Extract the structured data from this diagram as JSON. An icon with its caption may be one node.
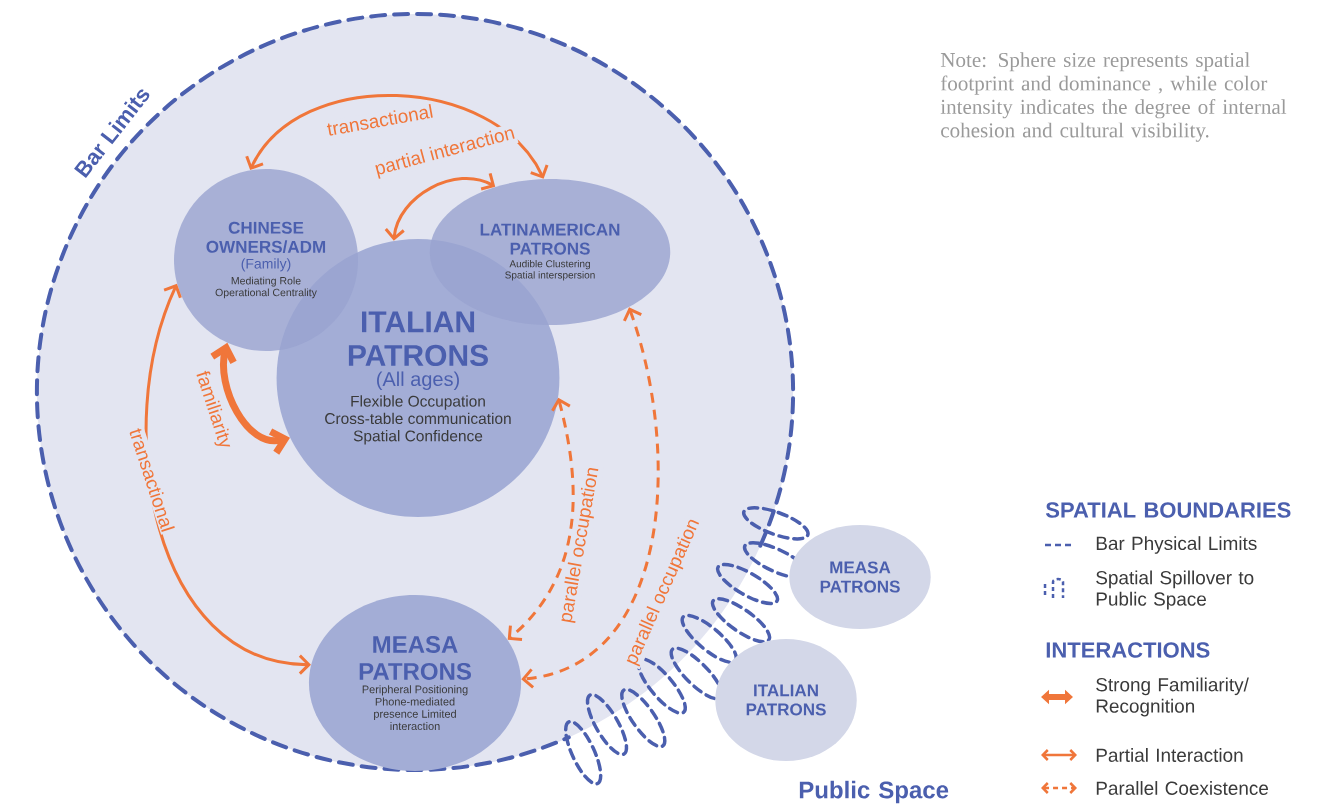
{
  "diagram": {
    "nodes": [
      {
        "text": [
          "Bar Limits"
        ]
      },
      {
        "text": [
          "CHINESE OWNERS/ADM",
          "(Family)",
          "Mediating Role Operational Centrality"
        ],
        "in": 0
      },
      {
        "text": [
          "ITALIAN PATRONS",
          "(All ages)",
          "Flexible Occupation Cross-table communication Spatial Confidence"
        ],
        "in": 0
      },
      {
        "text": [
          "LATINAMERICAN PATRONS",
          "Audible Clustering Spatial interspersion"
        ],
        "in": 0
      },
      {
        "text": [
          "MEASA PATRONS",
          "Peripheral Positioning Phone-mediated presence Limited interaction"
        ],
        "in": 0
      },
      {
        "text": [
          "MEASA PATRONS"
        ]
      },
      {
        "text": [
          "ITALIAN PATRONS"
        ]
      }
    ],
    "edges": [
      {
        "from": 1,
        "to": 3,
        "arrow": "both",
        "label": "transactional"
      },
      {
        "from": 2,
        "to": 3,
        "arrow": "both",
        "label": "partial interaction"
      },
      {
        "from": 1,
        "to": 2,
        "arrow": "both",
        "label": "familiarity",
        "style": "thick"
      },
      {
        "from": 1,
        "to": 4,
        "arrow": "both",
        "label": "transactional"
      },
      {
        "from": 2,
        "to": 4,
        "arrow": "both",
        "label": "parallel occupation",
        "style": "dashed"
      },
      {
        "from": 3,
        "to": 4,
        "arrow": "both",
        "label": "parallel occupation",
        "style": "dashed"
      }
    ],
    "labels": [
      "Note: Sphere size represents spatial footprint and dominance , while color intensity indicates the degree of internal cohesion and cultural visibility.",
      "SPATIAL BOUNDARIES",
      "INTERACTIONS",
      "Public Space"
    ],
    "legend": [
      {
        "text": "Bar Physical Limits"
      },
      {
        "text": "Spatial Spillover to Public Space"
      },
      {
        "text": "Strong Familiarity/ Recognition"
      },
      {
        "text": "Partial Interaction"
      },
      {
        "text": "Parallel Coexistence"
      }
    ]
  }
}
